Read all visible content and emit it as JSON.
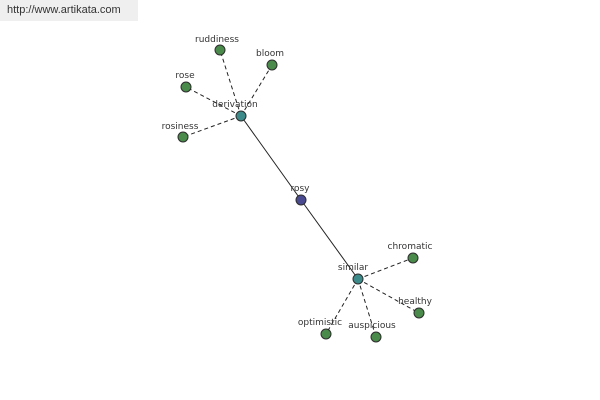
{
  "banner": {
    "url": "http://www.artikata.com"
  },
  "colors": {
    "center_node": "#4a4a90",
    "relation_node": "#3d8a8a",
    "word_node": "#4a8a4a",
    "node_stroke": "#2e2e2e",
    "edge": "#222222"
  },
  "graph": {
    "center": "rosy",
    "relations": [
      {
        "label": "derivation",
        "words": [
          "ruddiness",
          "bloom",
          "rose",
          "rosiness"
        ]
      },
      {
        "label": "similar",
        "words": [
          "chromatic",
          "healthy",
          "auspicious",
          "optimistic"
        ]
      }
    ]
  }
}
